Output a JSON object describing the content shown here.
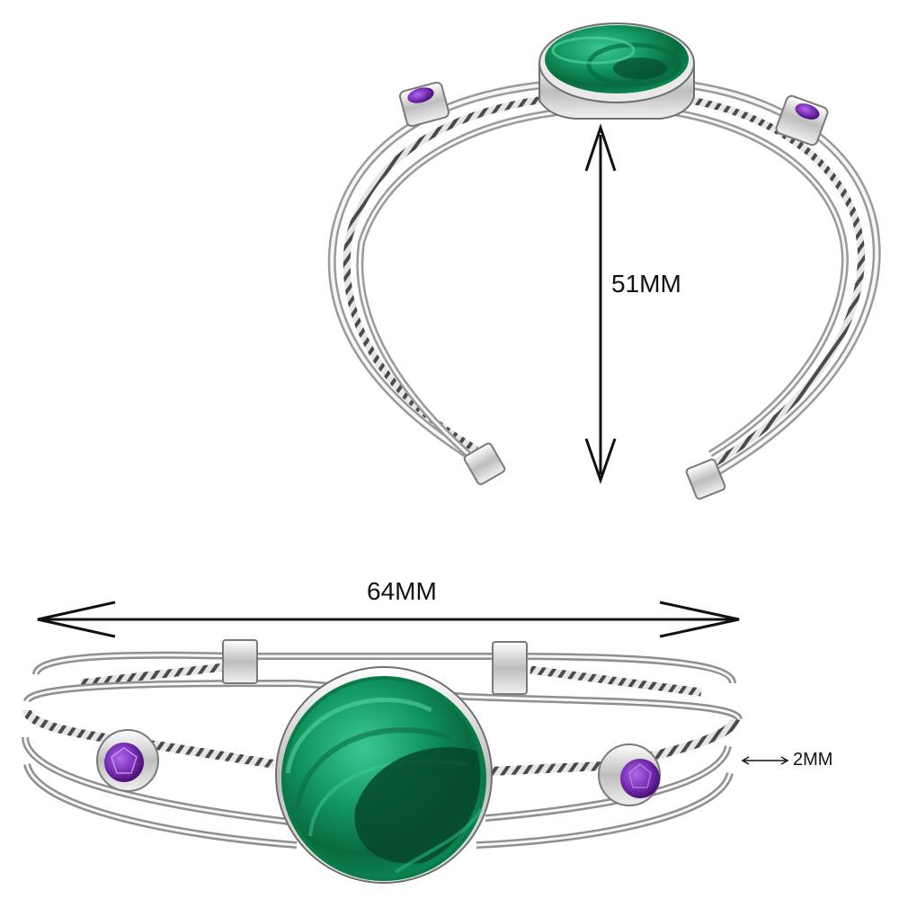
{
  "dimensions": {
    "height_label": "51MM",
    "width_label": "64MM",
    "wire_label": "2MM"
  },
  "colors": {
    "background": "#ffffff",
    "silver_light": "#f4f4f4",
    "silver_mid": "#c9c9c9",
    "silver_dark": "#6f6f6f",
    "malachite_light": "#36c08a",
    "malachite_mid": "#0e8f5c",
    "malachite_dark": "#074f2e",
    "amethyst": "#7a2fb8",
    "amethyst_dark": "#4b1175",
    "arrow": "#111111"
  }
}
